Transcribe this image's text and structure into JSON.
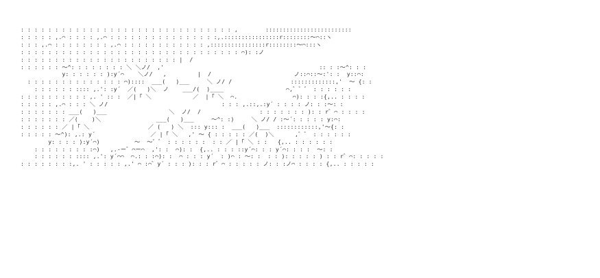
{
  "art": {
    "text_color": "#1a1a1a",
    "background": "#ffffff",
    "lines": [
      ": : : : : : : : : : : : : : : : : : : : : : : : : : : : : : : ,        :::::::::::::::::::::::::",
      ": : : : : ,.⌒ : : : : ,.⌒ : : : : : : : : : : : : : : : :,.::::::::::::::::r::::::::〜⌒::ヽ",
      ": : : ,.⌒ : : : : : : : : ,.⌒ : : : : : : : : : : : : ,::::::::::::::::r::::::::〜⌒:::ヽ",
      ": : : : : : : : : : : : : : : : : : : : : : : : : : : : : : : : ⌒): :ノ",
      ": : : : : : : : : : : : : : : : : : : : : : : |  /",
      ": : : : : : 〜^: : : : : : : : ＼ ＼ノ/  ,'                                             :: : :〜^: : :",
      "            y: : : : : : ):y´⌒    ＼ノ/   ,         |  /                        ノ::⌒::〜:': :  y::⌒:",
      "  : : : : : : : : : : : : : : ⌒)::::  ___(   )___     ＼ ノ/ /                 :::::::::::::,'  〜 {: :",
      "    : : : : : : :::: ,.': :y´  ／(   )＼  ノ    ___/(  )____                  ⌒,゛゛゛ : : : : : :",
      ": : : : : : : : : : ,. ' :: :  ／|「 ＼            ／  |「 ＼  ⌒.                ⌒): : : :{,.. : : : :",
      ": : : : : ,.⌒ : : : ＼ ノ/                                 : : : ,.::,.:y´ : : : : ノ: : :〜: :",
      ": : : : : : : ___(   )___                  ＼  ノ/  /                 : : : : : : : ): : r゛⌒ : : : :",
      ": : : : : : : ／(    )＼                ___(   )___     〜^: :)     ＼ ノ/ / :〜´: : : : : y:⌒:",
      ": : : : : : ／ |「 ＼                 ／ (   ) ＼  ::: y::: :  ___(   )___  ::::::::::::,'〜{: :",
      ": : : : : 〜^): ,.: y´                ／ |「 ＼   ,' 〜 { : : : : : ／(  )＼      ,゛゛ : : : : : :",
      "        y: : : : ):y´⌒)          〜  〜゛゛ : : : : : :  : : ／ |「 ＼ : :   {,.. : : : : : :",
      "    : : : : : : : : :⌒)   ,.-ー゛⌒ー⌒  ,': :  ⌒): :  {,.. : : : ::y´⌒: : : y´⌒: : : :  〜: :",
      "    : : : : : : :::: ,.': y´⌒⌒  ⌒.: : :⌒): :  ⌒ : : : y´  : )⌒ : 〜: :  : : ): : : : : ) : : r゛⌒: : : : :",
      ": : : : : : : :,. ' : : : : : ,.' ⌒ :⌒゛y´ : : : ): : : r゛⌒ : : : : : ノ: : :ノ⌒ : : : : {,.. : : : : :"
    ]
  }
}
